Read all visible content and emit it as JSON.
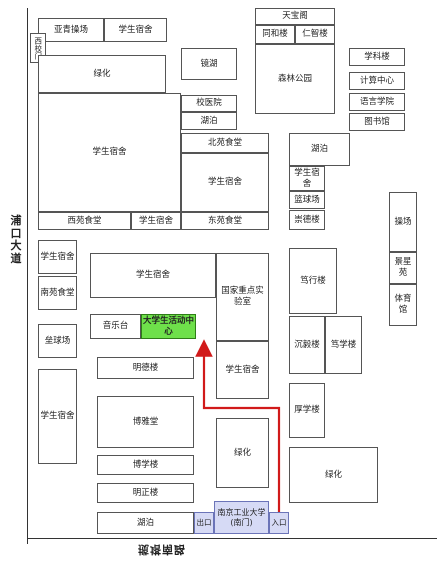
{
  "roads": {
    "left": "浦口大道",
    "bottom": "揽塔南路"
  },
  "buildings": {
    "yaqing_field": "亚青操场",
    "dorm_top": "学生宿舍",
    "west_gate": "西校门",
    "tianbao": "天宝阁",
    "tongren": "同和楼",
    "renzhi": "仁智楼",
    "greenery_1": "绿化",
    "jinghu": "镜湖",
    "forest_park": "森林公园",
    "xueke": "学科楼",
    "computer_center": "计算中心",
    "lang_school": "语言学院",
    "library": "图书馆",
    "hospital": "校医院",
    "hubo_1": "湖泊",
    "dorm_big": "学生宿舍",
    "north_canteen": "北苑食堂",
    "hubo_2": "湖泊",
    "dorm_mid": "学生宿舍",
    "dorm_small": "学生宿舍",
    "basketball": "篮球场",
    "chongde": "崇德楼",
    "west_canteen": "西苑食堂",
    "dorm_row": "学生宿舍",
    "east_canteen": "东苑食堂",
    "dorm_left": "学生宿舍",
    "south_canteen": "南苑食堂",
    "dorm_center": "学生宿舍",
    "national_lab": "国家重点实验室",
    "duxing": "笃行楼",
    "sports_field": "操场",
    "jingxing": "景星苑",
    "gym": "体育馆",
    "volleyball": "垒球场",
    "music_stage": "音乐台",
    "student_center": "大学生活动中心",
    "chenyi": "沉毅楼",
    "duxue": "笃学楼",
    "mingde": "明德楼",
    "dorm_lab": "学生宿舍",
    "dorm_bottom_left": "学生宿舍",
    "boya": "博雅堂",
    "houxue": "厚学楼",
    "greenery_2": "绿化",
    "greenery_3": "绿化",
    "boxue": "博学楼",
    "mingzheng": "明正楼",
    "hubo_3": "湖泊",
    "exit": "出口",
    "main_gate": "南京工业大学(南门)",
    "entrance": "入口"
  },
  "colors": {
    "highlight": "#6ee04a",
    "gate": "#d6daf5",
    "route": "#d11a1a"
  }
}
